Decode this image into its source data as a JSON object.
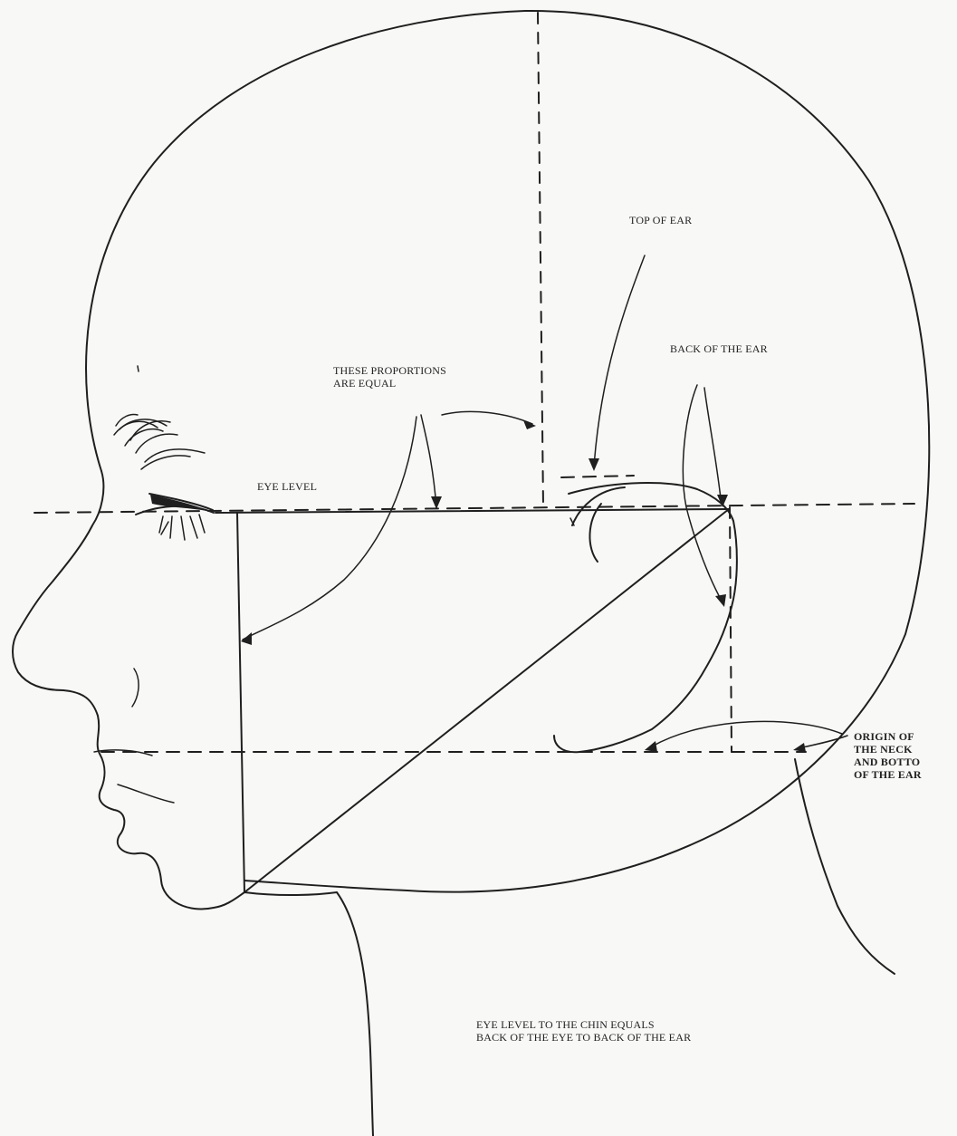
{
  "labels": {
    "top_of_ear": "TOP OF EAR",
    "back_of_ear": "BACK OF THE EAR",
    "proportions_line1": "THESE PROPORTIONS",
    "proportions_line2": "ARE EQUAL",
    "eye_level": "EYE LEVEL",
    "origin_line1": "ORIGIN OF",
    "origin_line2": "THE NECK",
    "origin_line3": "AND BOTTO",
    "origin_line4": "OF THE EAR",
    "caption_line1": "EYE LEVEL TO THE CHIN EQUALS",
    "caption_line2": "BACK OF THE EYE TO BACK OF THE EAR"
  }
}
